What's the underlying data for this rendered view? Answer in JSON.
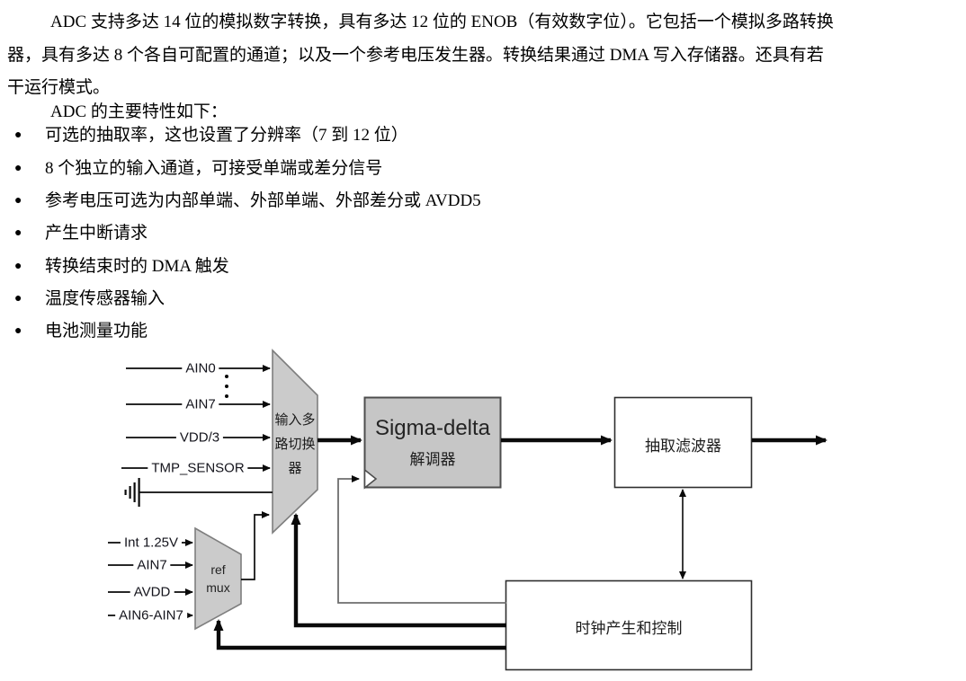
{
  "doc": {
    "paragraph_lines": [
      "ADC 支持多达 14 位的模拟数字转换，具有多达 12 位的 ENOB（有效数字位）。它包括一个模拟多路转换",
      "器，具有多达 8 个各自可配置的通道；以及一个参考电压发生器。转换结果通过 DMA 写入存储器。还具有若",
      "干运行模式。"
    ],
    "features_heading": "ADC 的主要特性如下：",
    "bullet_glyph": "●",
    "bullets": [
      "可选的抽取率，这也设置了分辨率（7 到 12 位）",
      "8 个独立的输入通道，可接受单端或差分信号",
      "参考电压可选为内部单端、外部单端、外部差分或 AVDD5",
      "产生中断请求",
      "转换结束时的 DMA 触发",
      "温度传感器输入",
      "电池测量功能"
    ]
  },
  "diagram": {
    "input_mux": {
      "label_line1": "输入多",
      "label_line2": "路切换",
      "label_line3": "器",
      "input_ain0": "AIN0",
      "input_ain7": "AIN7",
      "input_vdd3": "VDD/3",
      "input_tmp": "TMP_SENSOR"
    },
    "ref_mux": {
      "label_line1": "ref",
      "label_line2": "mux",
      "input_int125": "Int 1.25V",
      "input_ain7": "AIN7",
      "input_avdd": "AVDD",
      "input_ain6_ain7": "AIN6-AIN7"
    },
    "sigma_delta": {
      "title": "Sigma-delta",
      "subtitle": "解调器"
    },
    "decimation_filter": {
      "label": "抽取滤波器"
    },
    "clock_box": {
      "label": "时钟产生和控制"
    },
    "colors": {
      "text": "#000000",
      "label": "#14141c",
      "mux_fill": "#cbcbcb",
      "mux_border": "#7e7e7e",
      "sigma_fill": "#c6c6c6",
      "sigma_border": "#4d4d4d",
      "box_border": "#2e2e2e",
      "signal_line": "#0a0a0a",
      "clock_line": "#6e6e6e"
    }
  }
}
